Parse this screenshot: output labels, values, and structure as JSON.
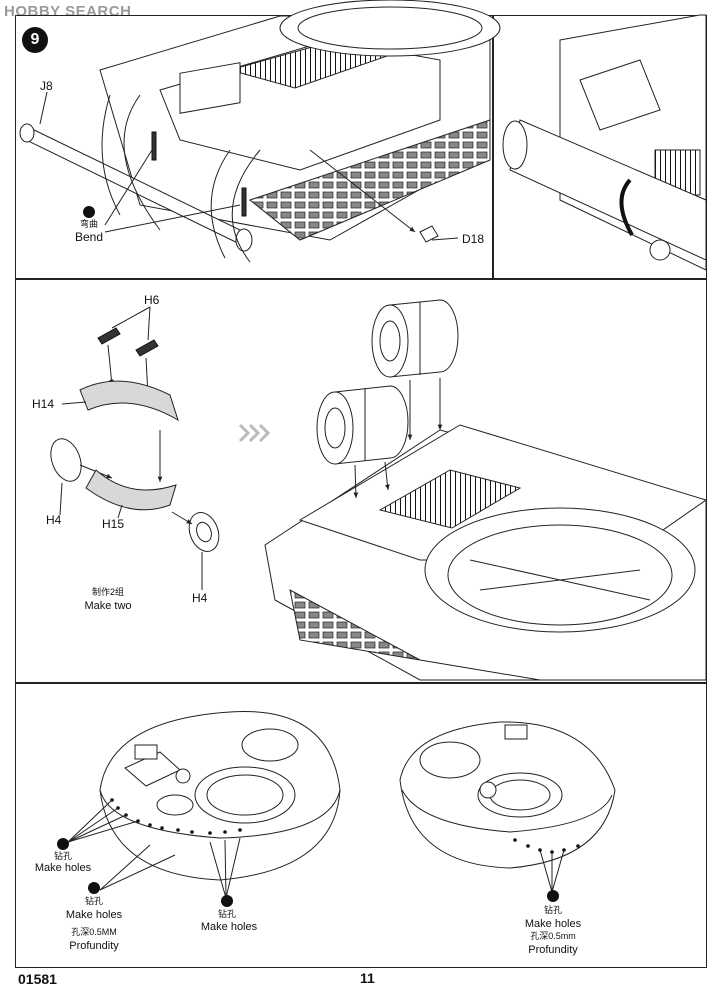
{
  "watermark": "HOBBY SEARCH",
  "step": {
    "number": "9"
  },
  "panel_top": {
    "part_j8": "J8",
    "bend_cn": "弯曲",
    "bend_en": "Bend",
    "part_d18": "D18"
  },
  "panel_middle": {
    "part_h6": "H6",
    "part_h14": "H14",
    "part_h4_left": "H4",
    "part_h15": "H15",
    "part_h4_right": "H4",
    "make_two_cn": "制作2组",
    "make_two_en": "Make two"
  },
  "panel_bottom": {
    "note1": {
      "cn": "钻孔",
      "en": "Make holes"
    },
    "note2": {
      "cn": "钻孔",
      "en": "Make holes",
      "depth_cn": "孔深0.5MM",
      "depth_en": "Profundity"
    },
    "note3": {
      "cn": "钻孔",
      "en": "Make holes"
    },
    "note4": {
      "cn": "钻孔",
      "en": "Make holes",
      "depth_cn": "孔深0.5mm",
      "depth_en": "Profundity"
    }
  },
  "footer": {
    "code": "01581",
    "page": "11"
  }
}
